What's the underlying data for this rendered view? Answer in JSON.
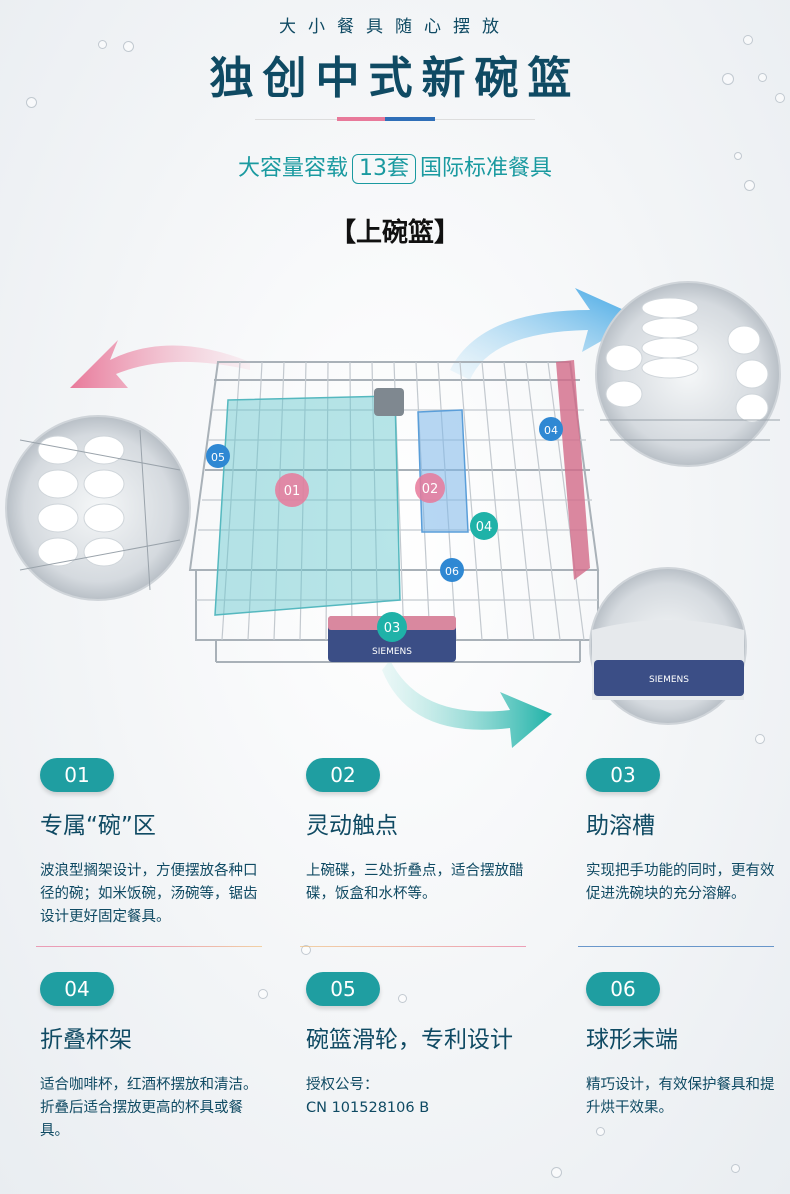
{
  "header": {
    "eyebrow": "大小餐具随心摆放",
    "title": "独创中式新碗篮",
    "capacity_prefix": "大容量容载",
    "capacity_value": "13套",
    "capacity_suffix": "国际标准餐具",
    "rack_label": "【上碗篮】"
  },
  "illustration": {
    "brand": "SIEMENS",
    "markers": [
      "01",
      "02",
      "03",
      "04",
      "04",
      "05",
      "06"
    ]
  },
  "features": [
    {
      "num": "01",
      "title": "专属“碗”区",
      "desc": "波浪型搁架设计，方便摆放各种口径的碗；如米饭碗，汤碗等，锯齿设计更好固定餐具。"
    },
    {
      "num": "02",
      "title": "灵动触点",
      "desc": "上碗碟，三处折叠点，适合摆放醋碟，饭盒和水杯等。"
    },
    {
      "num": "03",
      "title": "助溶槽",
      "desc": "实现把手功能的同时，更有效促进洗碗块的充分溶解。"
    },
    {
      "num": "04",
      "title": "折叠杯架",
      "desc": "适合咖啡杯，红酒杯摆放和清洁。折叠后适合摆放更高的杯具或餐具。"
    },
    {
      "num": "05",
      "title": "碗篮滑轮，专利设计",
      "desc_line1": "授权公号：",
      "desc_line2": "CN 101528106 B"
    },
    {
      "num": "06",
      "title": "球形末端",
      "desc": "精巧设计，有效保护餐具和提升烘干效果。"
    }
  ],
  "colors": {
    "teal": "#1f9ea1",
    "navy": "#0f4a63",
    "pink": "#e8799a",
    "blue": "#2f6fb8"
  }
}
